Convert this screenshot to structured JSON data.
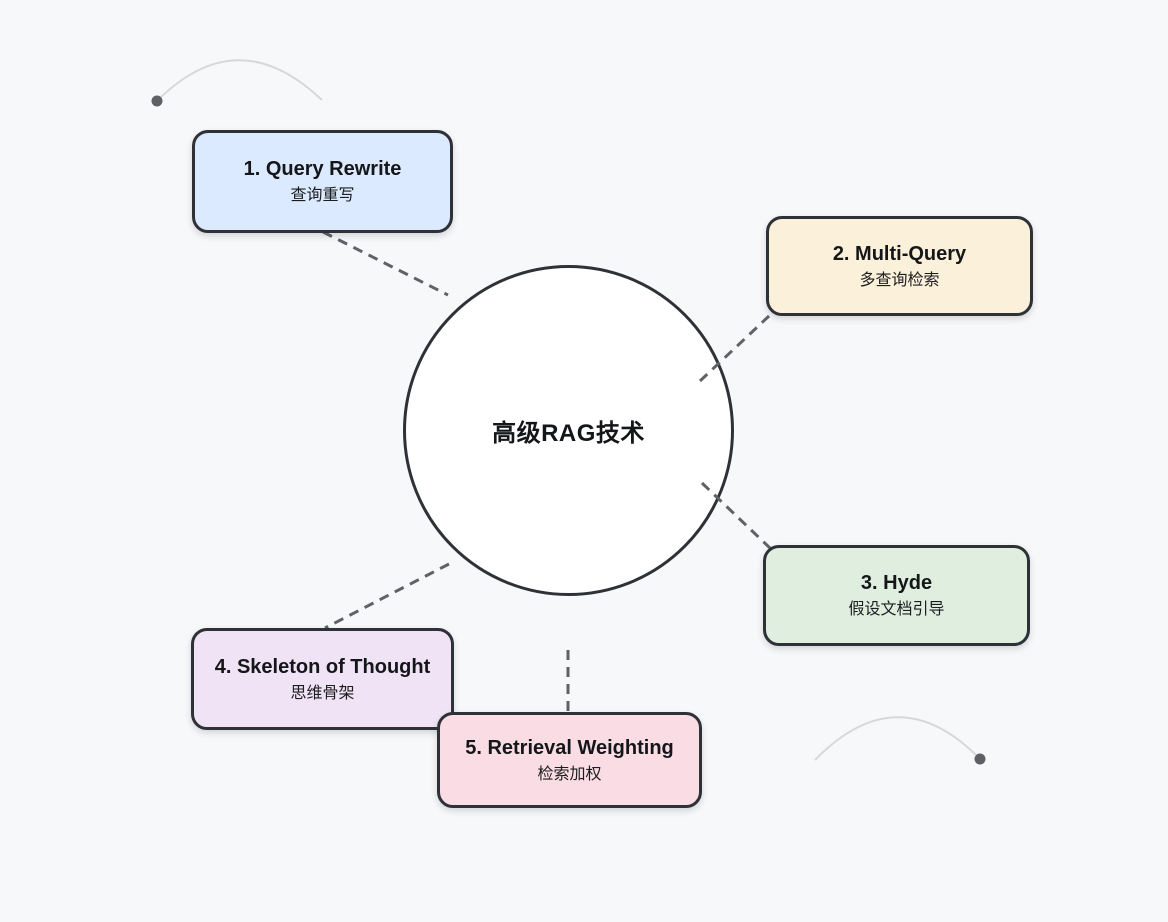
{
  "canvas": {
    "background_color": "#f7f8fa",
    "node_border_color": "#2e3236",
    "connector_color": "#5f6266",
    "decorative_arc_color": "#d7d8db",
    "decorative_dot_color": "#5e6064"
  },
  "center_node": {
    "label": "高级RAG技术",
    "fill": "#ffffff"
  },
  "nodes": [
    {
      "title": "1. Query Rewrite",
      "subtitle": "查询重写",
      "fill": "#dbeafe"
    },
    {
      "title": "2. Multi-Query",
      "subtitle": "多查询检索",
      "fill": "#fbf0da"
    },
    {
      "title": "3. Hyde",
      "subtitle": "假设文档引导",
      "fill": "#dfeedf"
    },
    {
      "title": "4. Skeleton of Thought",
      "subtitle": "思维骨架",
      "fill": "#f1e3f6"
    },
    {
      "title": "5. Retrieval Weighting",
      "subtitle": "检索加权",
      "fill": "#fadde4"
    }
  ]
}
